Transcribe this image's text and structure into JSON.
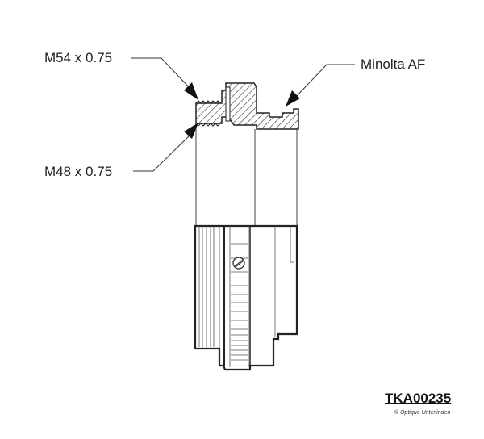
{
  "labels": {
    "m54": "M54 x 0.75",
    "minolta": "Minolta AF",
    "m48": "M48 x 0.75"
  },
  "part_code": "TKA00235",
  "copyright": "© Optique Unterlinden"
}
